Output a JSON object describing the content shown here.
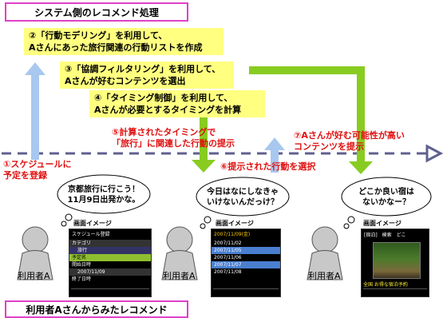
{
  "top_title": "システム側のレコメンド処理",
  "bottom_title": "利用者Aさんからみたレコメンド",
  "steps": {
    "s2": [
      "②「行動モデリング」を利用して、",
      "Aさんにあった旅行関連の行動リストを作成"
    ],
    "s3": [
      "③「協調フィルタリング」を利用して、",
      "Aさんが好むコンテンツを選出"
    ],
    "s4": [
      "④「タイミング制御」を利用して、",
      "Aさんが必要とするタイミングを計算"
    ]
  },
  "red_labels": {
    "s1": [
      "①スケジュールに",
      "予定を登録"
    ],
    "s5": [
      "⑤計算されたタイミングで",
      "「旅行」に関連した行動の提示"
    ],
    "s6": "⑥提示された行動を選択",
    "s7": [
      "⑦Aさんが好む可能性が高い",
      "コンテンツを提示"
    ]
  },
  "bubbles": [
    [
      "京都旅行に行こう！",
      "11月9日出発かな。"
    ],
    [
      "今日はなにしなきゃ",
      "いけないんだっけ？"
    ],
    [
      "どこか良い宿は",
      "ないかなー？"
    ]
  ],
  "user_label": "利用者A",
  "phone_caption": "画面イメージ",
  "phone1": {
    "rows": [
      "スケジュール登録",
      "カテゴリ",
      "旅行",
      "予定名",
      "開始日時",
      "2007/11/09",
      "終了日時"
    ]
  },
  "phone2": {
    "rows": [
      "2007/11/09(金)",
      "2007/11/02",
      "2007/11/05",
      "2007/11/06",
      "2007/11/07",
      "2007/11/08"
    ]
  },
  "phone3": {
    "header": "[宿泊]　検索　どこ",
    "footer": "全国 お得な宿泊予約"
  },
  "colors": {
    "blue_arrow": "#a8c8f0",
    "green_arrow": "#88cc22",
    "timeline": "#606090",
    "step_bg": "#ffff80",
    "title_border": "#e040c8"
  }
}
